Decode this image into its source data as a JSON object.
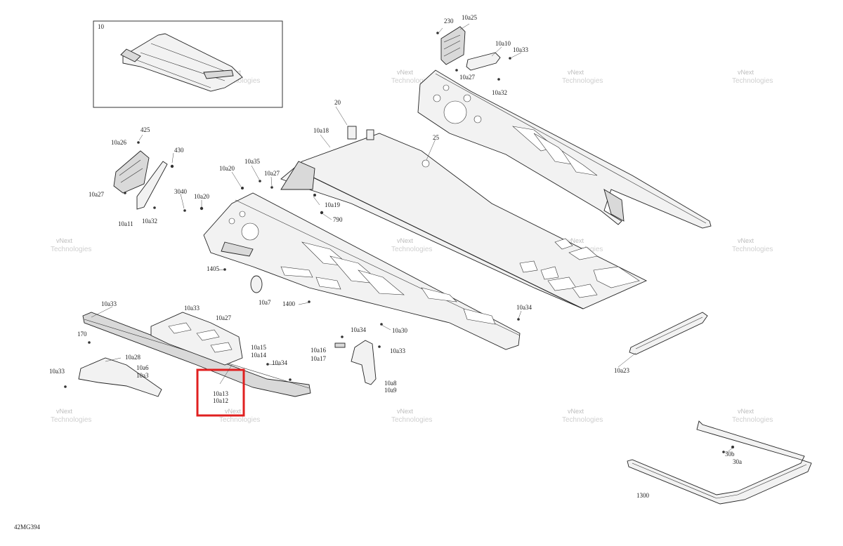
{
  "diagram_id": "42MG394",
  "inset_label": "10",
  "watermark": {
    "line1": "vNext",
    "line2": "Technologies"
  },
  "callouts": [
    "230",
    "10a25",
    "10a10",
    "10a33",
    "10a27",
    "10a32",
    "425",
    "10a26",
    "430",
    "10a27",
    "3040",
    "10a20",
    "10a11",
    "10a32",
    "10a20",
    "10a35",
    "10a27",
    "20",
    "10a18",
    "25",
    "10a19",
    "790",
    "1405",
    "10a7",
    "1400",
    "10a33",
    "10a33",
    "10a27",
    "170",
    "10a28",
    "10a6",
    "10a3",
    "10a33",
    "10a15",
    "10a14",
    "10a34",
    "10a13",
    "10a12",
    "10a34",
    "10a30",
    "10a34",
    "10a16",
    "10a17",
    "10a33",
    "10a8",
    "10a9",
    "10a34",
    "10a23",
    "30b",
    "30a",
    "1300"
  ],
  "highlight_color": "#e02020"
}
